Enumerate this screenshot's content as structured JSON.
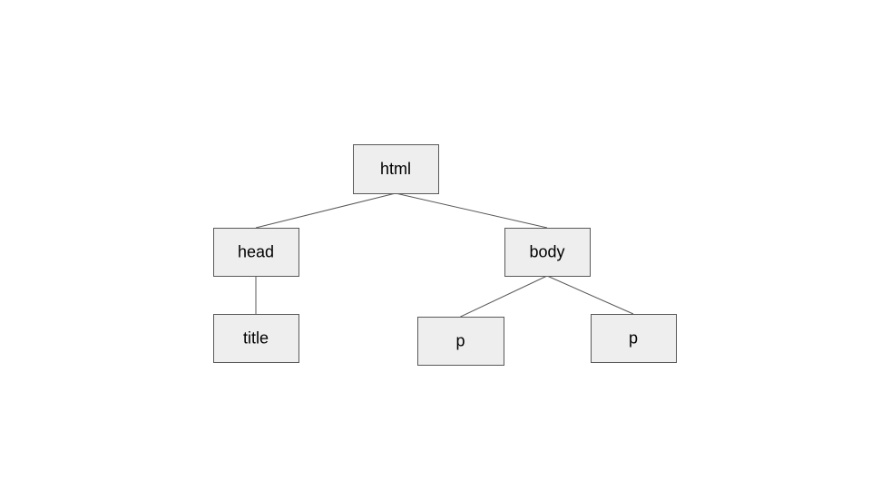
{
  "diagram": {
    "nodes": [
      {
        "id": "html",
        "label": "html"
      },
      {
        "id": "head",
        "label": "head"
      },
      {
        "id": "body",
        "label": "body"
      },
      {
        "id": "title",
        "label": "title"
      },
      {
        "id": "p1",
        "label": "p"
      },
      {
        "id": "p2",
        "label": "p"
      }
    ],
    "edges": [
      {
        "from": "html",
        "to": "head"
      },
      {
        "from": "html",
        "to": "body"
      },
      {
        "from": "head",
        "to": "title"
      },
      {
        "from": "body",
        "to": "p1"
      },
      {
        "from": "body",
        "to": "p2"
      }
    ]
  }
}
